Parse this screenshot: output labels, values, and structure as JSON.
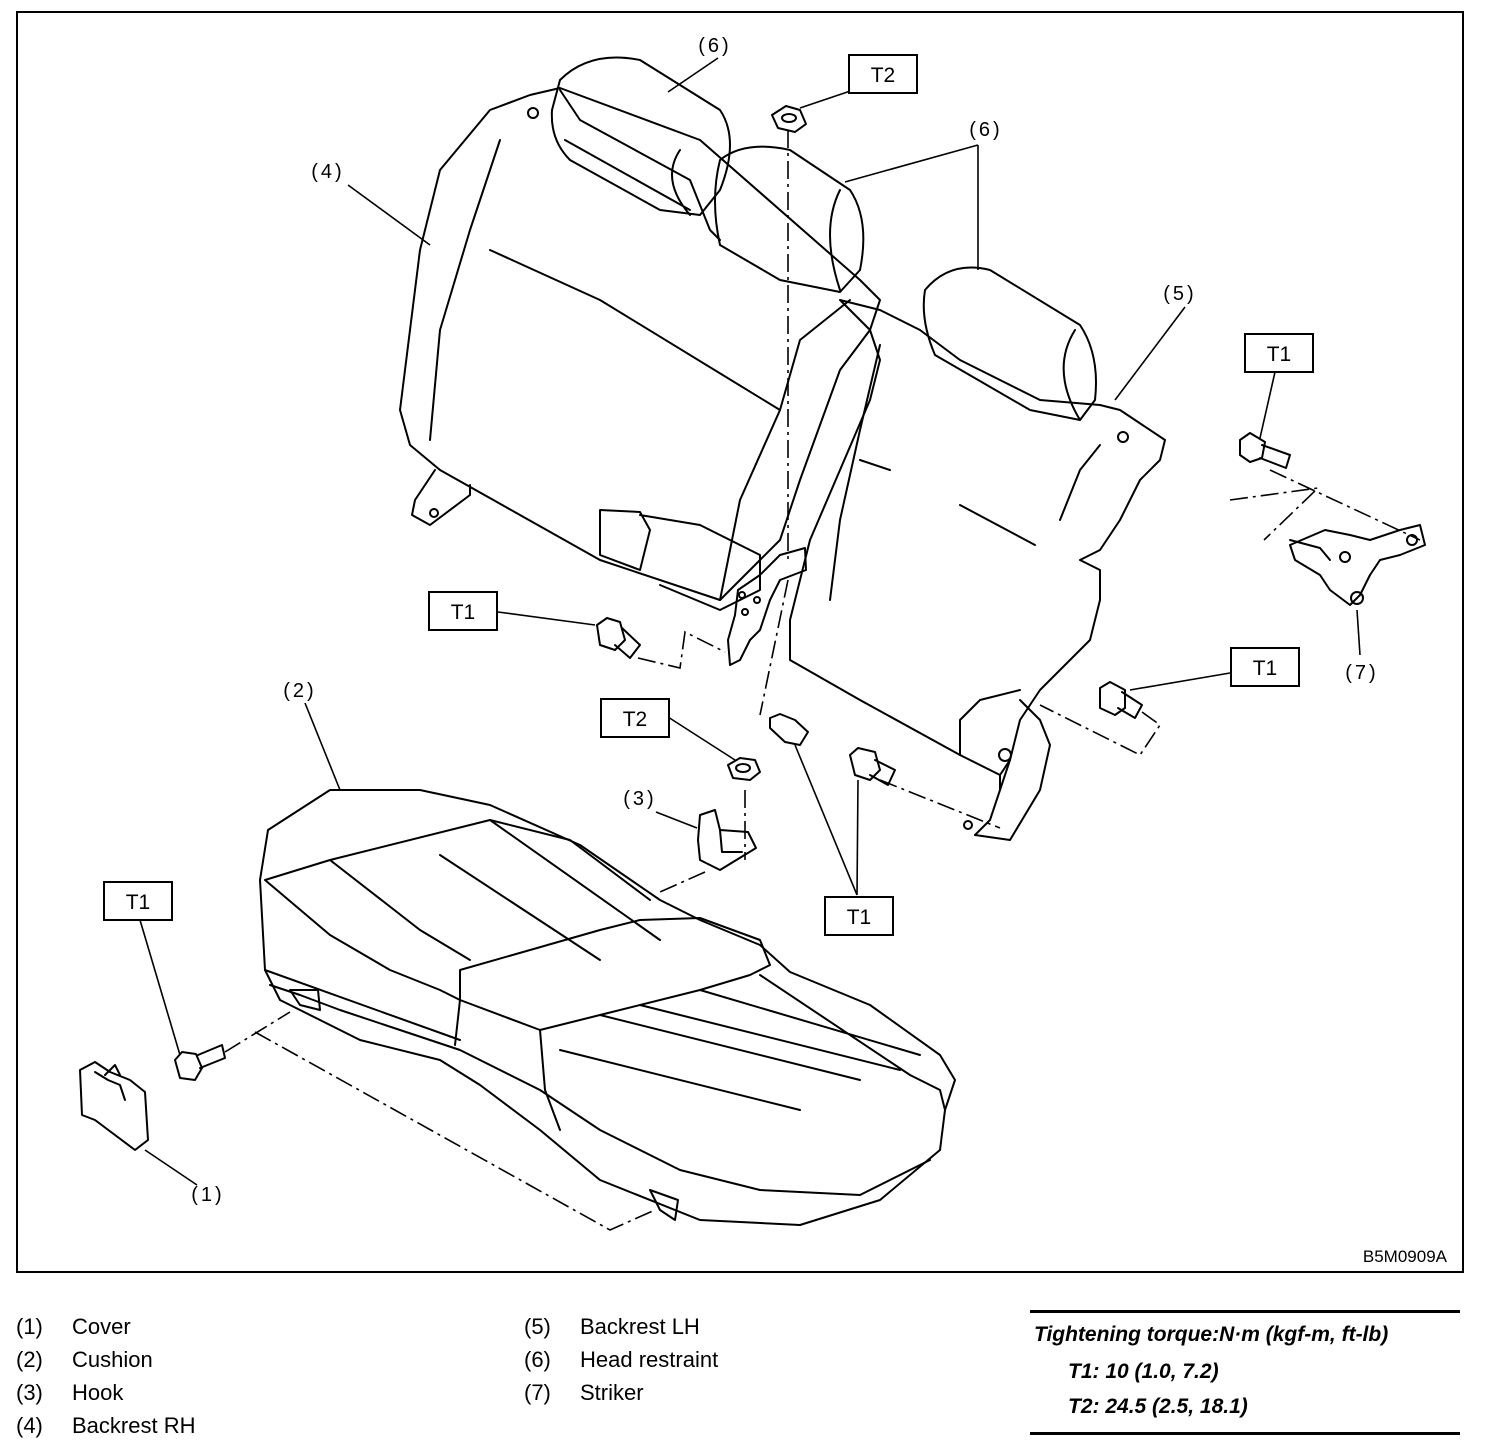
{
  "diagram": {
    "drawing_code": "B5M0909A",
    "callouts": {
      "c1": "(1)",
      "c2": "(2)",
      "c3": "(3)",
      "c4": "(4)",
      "c5": "(5)",
      "c6a": "(6)",
      "c6b": "(6)",
      "c7": "(7)"
    },
    "torque_tags": {
      "t2_top": "T2",
      "t1_right": "T1",
      "t1_left": "T1",
      "t2_mid": "T2",
      "t1_bracket": "T1",
      "t1_bottom": "T1",
      "t1_cushion": "T1"
    }
  },
  "legend": {
    "items": [
      {
        "num": "(1)",
        "label": "Cover"
      },
      {
        "num": "(2)",
        "label": "Cushion"
      },
      {
        "num": "(3)",
        "label": "Hook"
      },
      {
        "num": "(4)",
        "label": "Backrest RH"
      },
      {
        "num": "(5)",
        "label": "Backrest LH"
      },
      {
        "num": "(6)",
        "label": "Head restraint"
      },
      {
        "num": "(7)",
        "label": "Striker"
      }
    ]
  },
  "torque": {
    "title": "Tightening torque:N·m (kgf-m, ft-lb)",
    "t1": "T1: 10 (1.0, 7.2)",
    "t2": "T2: 24.5 (2.5, 18.1)"
  }
}
